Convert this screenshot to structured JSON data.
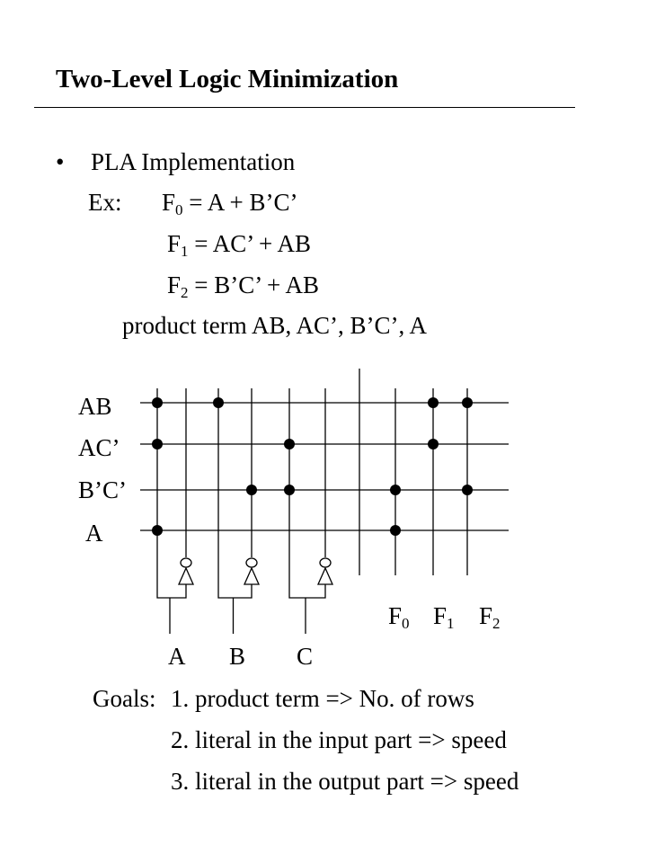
{
  "slide": {
    "title": "Two-Level Logic Minimization",
    "bullet": "PLA Implementation",
    "ex_label": "Ex:",
    "equations": [
      {
        "fn": "F",
        "sub": "0",
        "rhs": " = A + B’C’"
      },
      {
        "fn": "F",
        "sub": "1",
        "rhs": " = AC’ + AB"
      },
      {
        "fn": "F",
        "sub": "2",
        "rhs": " = B’C’ + AB"
      }
    ],
    "product_terms_line": "product term AB, AC’, B’C’, A"
  },
  "diagram": {
    "row_labels": [
      "AB",
      "AC’",
      "B’C’",
      "A"
    ],
    "input_labels": [
      "A",
      "B",
      "C"
    ],
    "output_labels": [
      {
        "fn": "F",
        "sub": "0"
      },
      {
        "fn": "F",
        "sub": "1"
      },
      {
        "fn": "F",
        "sub": "2"
      }
    ],
    "and_plane_connections": [
      [
        1,
        0,
        1,
        0,
        0,
        0
      ],
      [
        1,
        0,
        0,
        0,
        1,
        0
      ],
      [
        0,
        0,
        0,
        1,
        1,
        0
      ],
      [
        1,
        0,
        0,
        0,
        0,
        0
      ]
    ],
    "or_plane_connections": [
      [
        0,
        1,
        1
      ],
      [
        0,
        1,
        0
      ],
      [
        1,
        0,
        1
      ],
      [
        1,
        0,
        0
      ]
    ]
  },
  "goals": {
    "label": "Goals:",
    "items": [
      "1. product term => No. of rows",
      "2. literal in the input part => speed",
      "3. literal in the output part => speed"
    ]
  }
}
